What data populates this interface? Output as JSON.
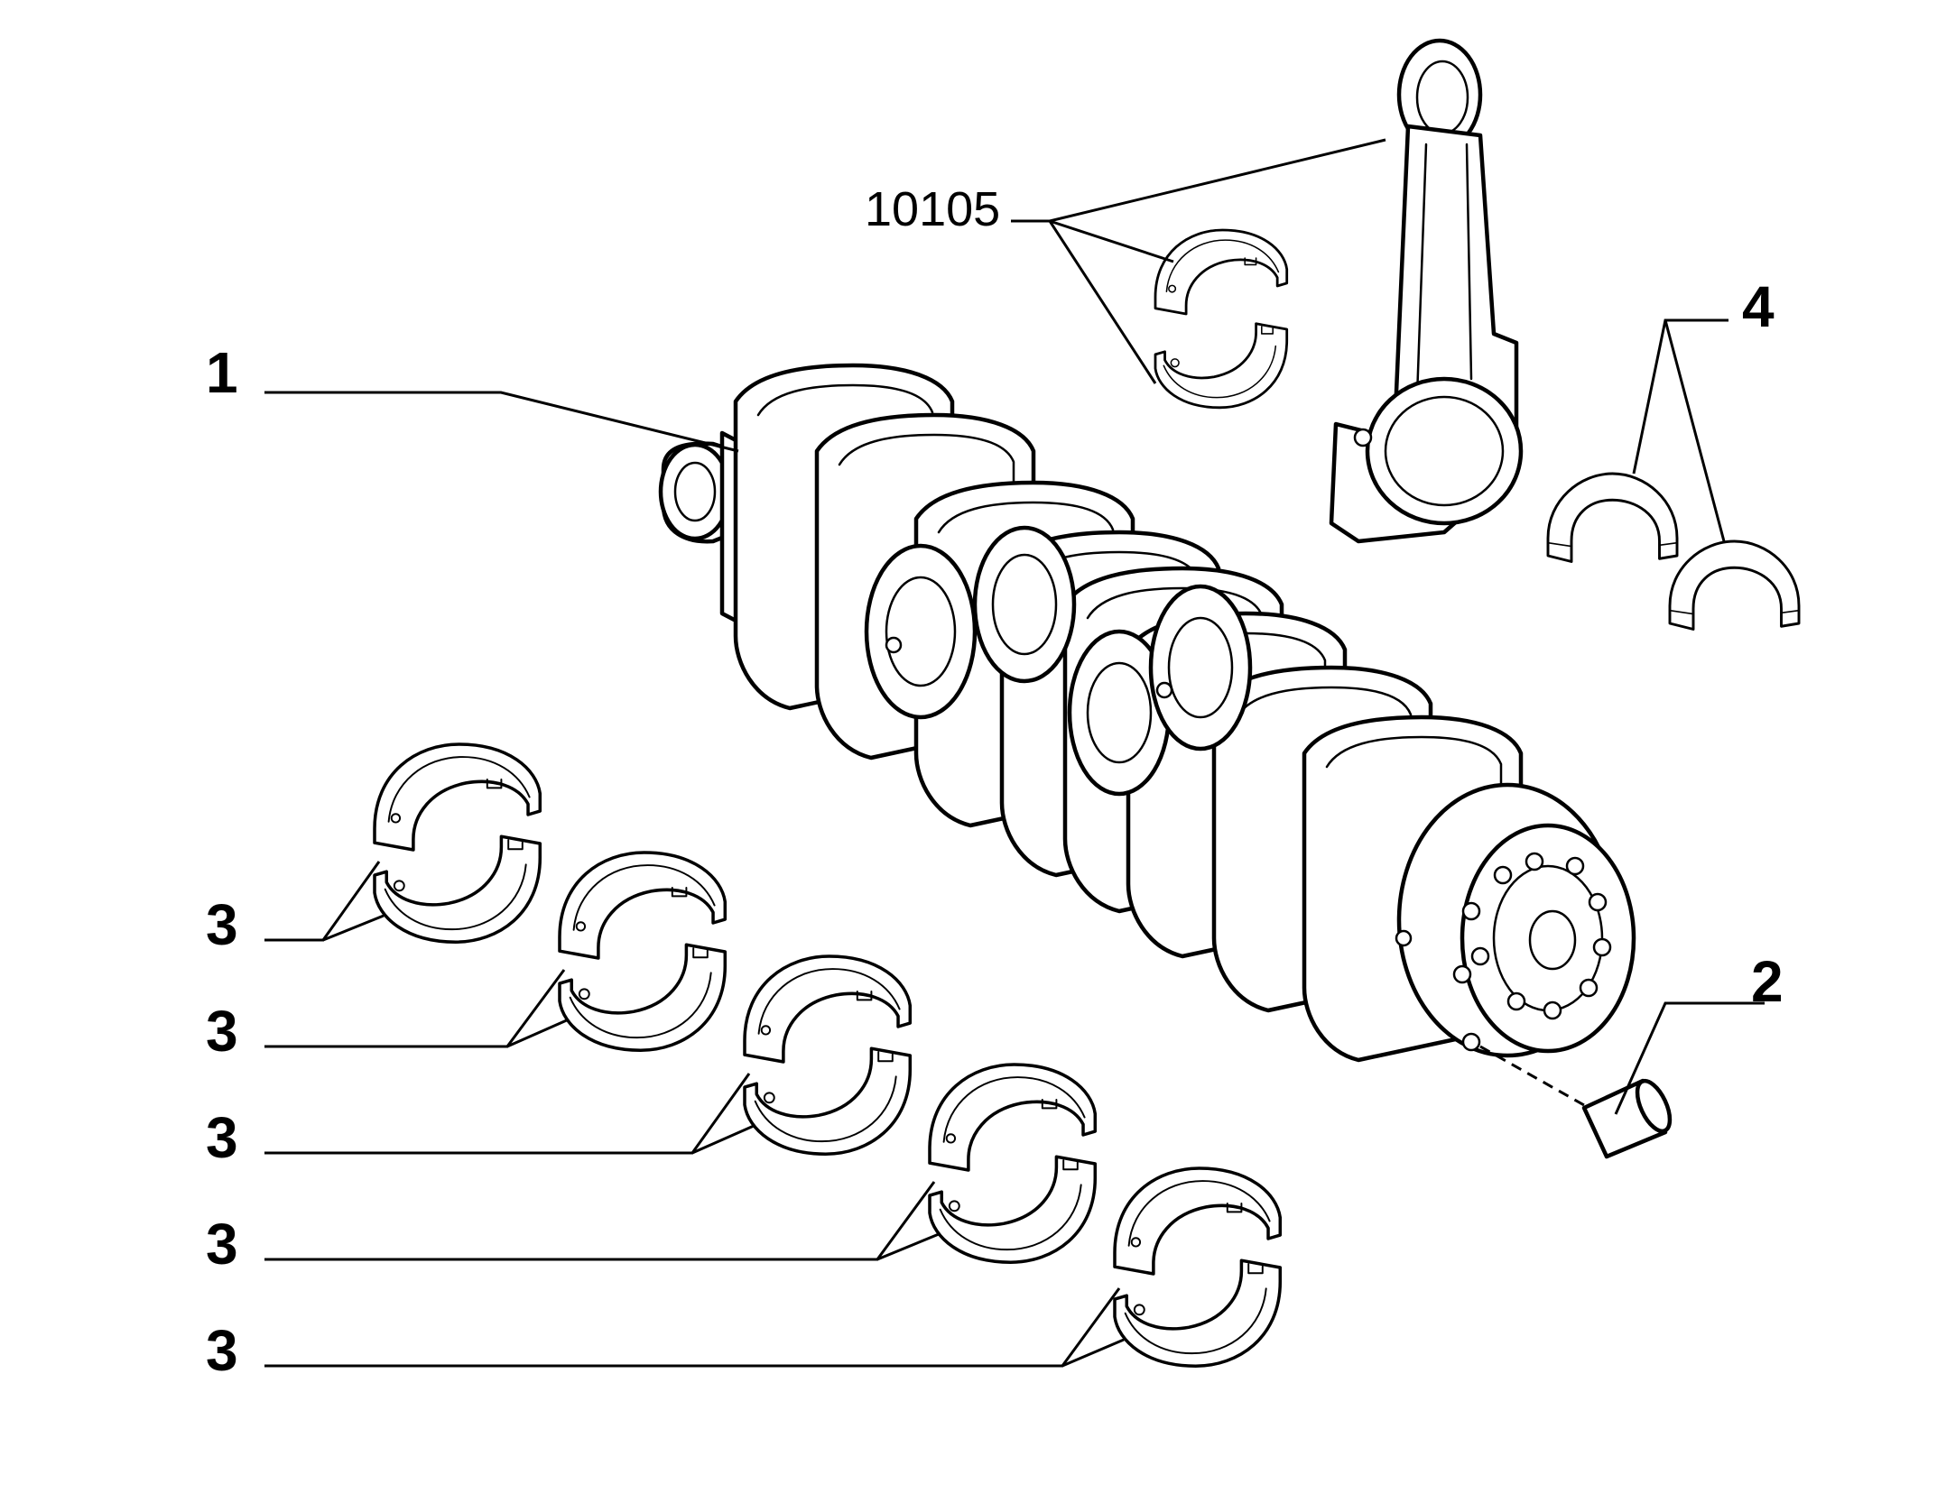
{
  "callouts": {
    "conrod_bearing": "10105",
    "crankshaft": "1",
    "thrust_washer": "4",
    "dowel_pin": "2",
    "main_bearings": [
      "3",
      "3",
      "3",
      "3",
      "3"
    ]
  },
  "colors": {
    "line": "#000000",
    "background": "#ffffff"
  }
}
